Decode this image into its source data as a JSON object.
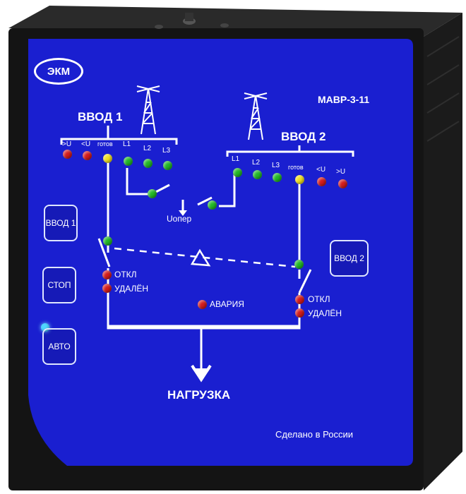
{
  "device": {
    "brand": "ЭКМ",
    "model": "МАВР-3-11",
    "made_in": "Сделано в России"
  },
  "input1": {
    "title": "ВВОД 1",
    "indicators": [
      ">U",
      "<U",
      "готов",
      "L1",
      "L2",
      "L3"
    ],
    "status": [
      "ОТКЛ",
      "УДАЛЁН"
    ]
  },
  "input2": {
    "title": "ВВОД 2",
    "indicators": [
      "L1",
      "L2",
      "L3",
      "готов",
      "<U",
      ">U"
    ],
    "status": [
      "ОТКЛ",
      "УДАЛЁН"
    ]
  },
  "center": {
    "uoper": "Uопер",
    "alarm": "АВАРИЯ",
    "load": "НАГРУЗКА"
  },
  "buttons": {
    "vvod1": "ВВОД 1",
    "stop": "СТОП",
    "auto": "АВТО",
    "vvod2": "ВВОД 2"
  },
  "colors": {
    "panel": "#1a1fd0",
    "case": "#151515",
    "led_green": "#22b826",
    "led_red": "#d41c1c",
    "led_yellow": "#f0e020",
    "led_auto": "#4fd7ff"
  }
}
